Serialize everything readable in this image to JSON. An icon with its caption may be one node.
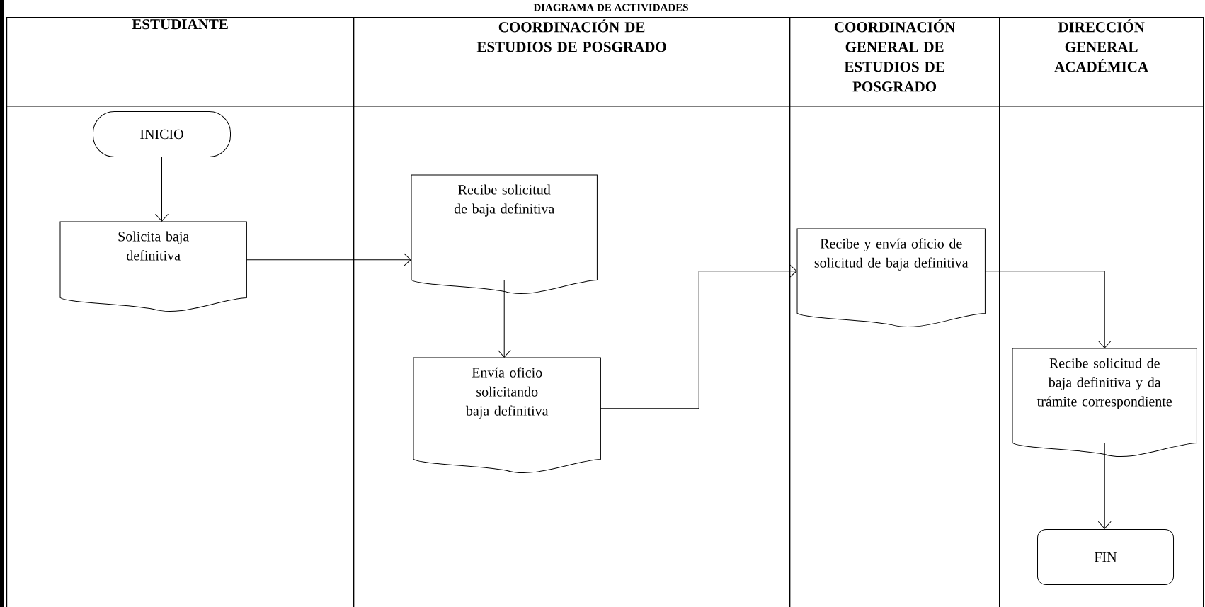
{
  "diagram": {
    "title": "DIAGRAMA DE ACTIVIDADES",
    "nodes": [
      {
        "text": [
          "ESTUDIANTE"
        ]
      },
      {
        "text": [
          "COORDINACIÓN DE ESTUDIOS DE POSGRADO"
        ]
      },
      {
        "text": [
          "COORDINACIÓN GENERAL DE ESTUDIOS DE POSGRADO"
        ]
      },
      {
        "text": [
          "DIRECCIÓN GENERAL ACADÉMICA"
        ]
      },
      {
        "text": [
          "INICIO"
        ],
        "in": 0
      },
      {
        "text": [
          "Solicita baja definitiva"
        ],
        "in": 0
      },
      {
        "text": [
          "Recibe solicitud de baja definitiva"
        ],
        "in": 1
      },
      {
        "text": [
          "Envía oficio solicitando baja definitiva"
        ],
        "in": 1
      },
      {
        "text": [
          "Recibe y envía oficio de solicitud de baja definitiva"
        ],
        "in": 2
      },
      {
        "text": [
          "Recibe solicitud de baja definitiva y da trámite correspondiente"
        ],
        "in": 3
      },
      {
        "text": [
          "FIN"
        ],
        "in": 3
      }
    ],
    "edges": [
      {
        "from": 4,
        "to": 5,
        "arrow": "to"
      },
      {
        "from": 5,
        "to": 6,
        "arrow": "to"
      },
      {
        "from": 6,
        "to": 7,
        "arrow": "to"
      },
      {
        "from": 7,
        "to": 8,
        "arrow": "to"
      },
      {
        "from": 8,
        "to": 9,
        "arrow": "to"
      },
      {
        "from": 9,
        "to": 10,
        "arrow": "to"
      }
    ]
  }
}
